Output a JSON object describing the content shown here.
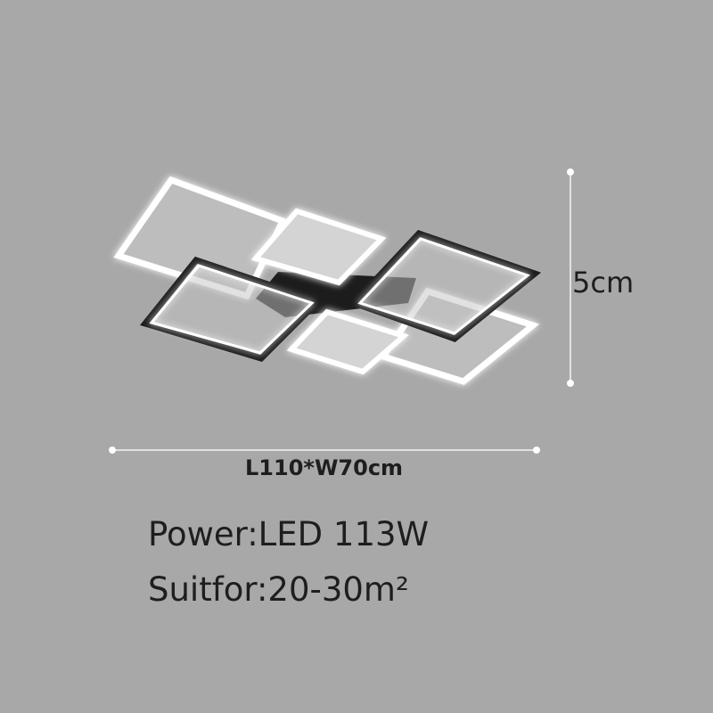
{
  "product": {
    "height_label": "5cm",
    "size_label": "L110*W70cm",
    "power_label": "Power:LED 113W",
    "area_label": "Suitfor:20-30m²"
  },
  "colors": {
    "background": "#a8a8a8",
    "frame_black": "#1c1c1c",
    "glow_white": "#ffffff",
    "text": "#1e1e1e"
  }
}
